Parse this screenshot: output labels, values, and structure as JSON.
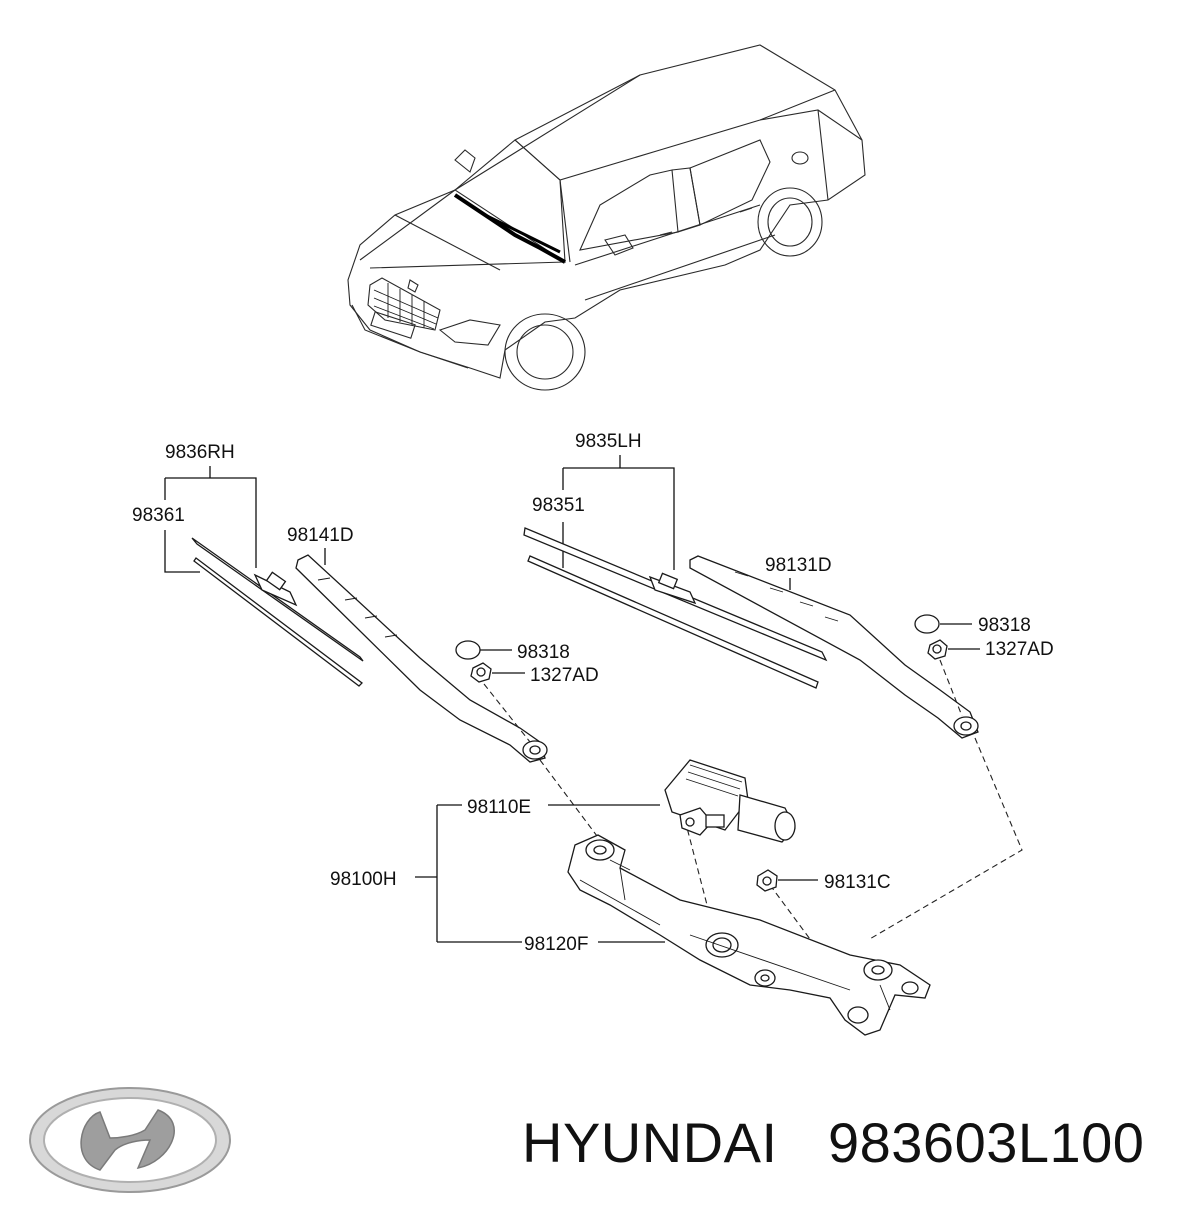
{
  "labels": {
    "l_9836RH": "9836RH",
    "l_98361": "98361",
    "l_98141D": "98141D",
    "l_98318_left": "98318",
    "l_1327AD_left": "1327AD",
    "l_9835LH": "9835LH",
    "l_98351": "98351",
    "l_98131D": "98131D",
    "l_98318_right": "98318",
    "l_1327AD_right": "1327AD",
    "l_98110E": "98110E",
    "l_98100H": "98100H",
    "l_98131C": "98131C",
    "l_98120F": "98120F"
  },
  "footer": {
    "brand": "HYUNDAI",
    "part_number": "983603L100"
  },
  "logo": {
    "name": "hyundai-logo-icon",
    "text": "H"
  }
}
